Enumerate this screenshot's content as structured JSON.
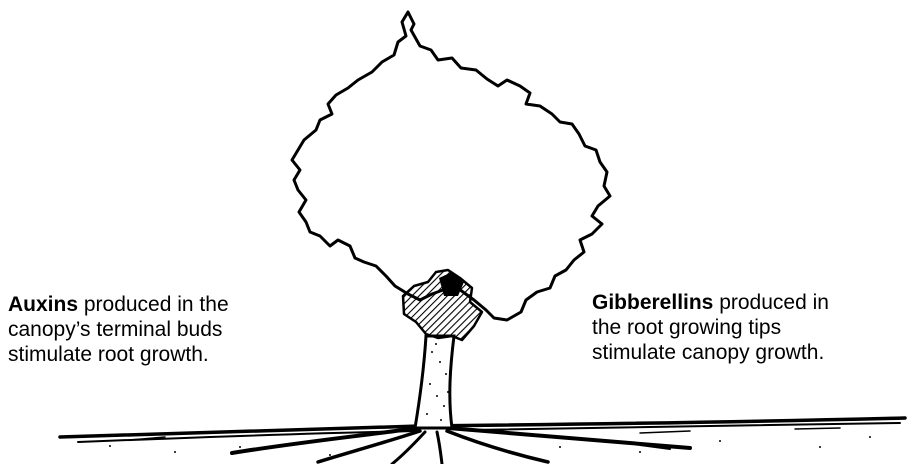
{
  "auxins": {
    "term": "Auxins",
    "line1_rest": " produced in the",
    "line2": "canopy’s terminal buds",
    "line3": "stimulate root growth."
  },
  "gibberellins": {
    "term": "Gibberellins",
    "line1_rest": " produced in",
    "line2": "the root growing tips",
    "line3": "stimulate canopy growth."
  },
  "colors": {
    "ink": "#000000",
    "background": "#ffffff"
  }
}
